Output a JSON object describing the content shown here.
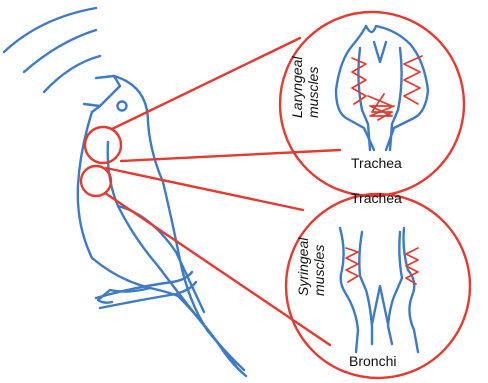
{
  "labels": {
    "larynx_muscles_line1": "Laryngeal",
    "larynx_muscles_line2": "muscles",
    "larynx_trachea": "Trachea",
    "syrinx_trachea": "Trachea",
    "syrinx_muscles_line1": "Syringeal",
    "syrinx_muscles_line2": "muscles",
    "syrinx_bronchi": "Bronchi"
  },
  "colors": {
    "outline": "#3d7ac7",
    "highlight": "#e53a2f",
    "text": "#111111"
  }
}
